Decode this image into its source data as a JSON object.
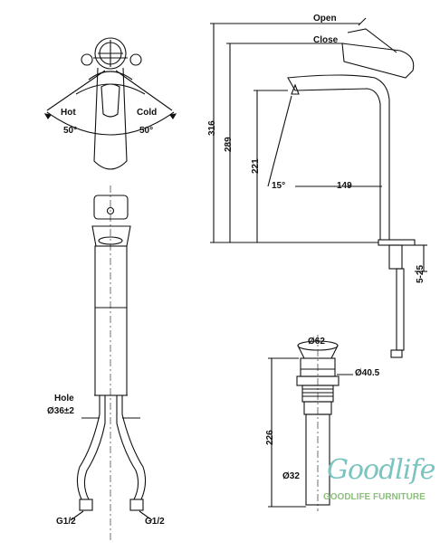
{
  "top_view": {
    "hot_label": "Hot",
    "cold_label": "Cold",
    "angle_left": "50°",
    "angle_right": "50°"
  },
  "side_view": {
    "open_label": "Open",
    "close_label": "Close",
    "dim_316": "316",
    "dim_289": "289",
    "dim_221": "221",
    "dim_149": "149",
    "dim_15deg": "15°",
    "dim_5_25": "5-25"
  },
  "front_view": {
    "hole_label": "Hole",
    "hole_dia": "Ø36±2",
    "inlet_left": "G1/2",
    "inlet_right": "G1/2"
  },
  "drain": {
    "dia_62": "Ø62",
    "dia_40_5": "Ø40.5",
    "dim_226": "226",
    "dia_32": "Ø32"
  },
  "logo": {
    "word": "Goodlife",
    "sub": "GOODLIFE FURNITURE",
    "colors": {
      "primary": "#7cc4c0",
      "secondary": "#8bbf7a"
    }
  }
}
